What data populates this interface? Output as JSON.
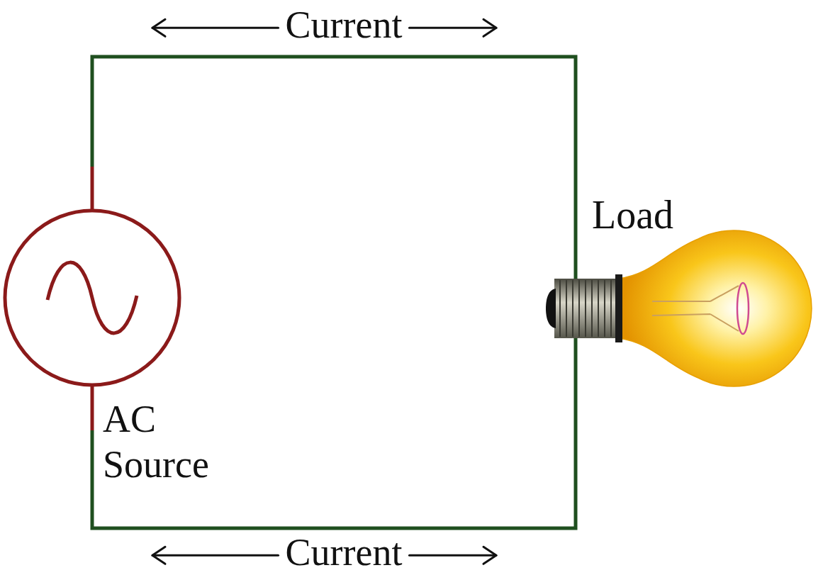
{
  "diagram": {
    "nodes": [
      {
        "text": [
          "AC Source"
        ]
      },
      {
        "text": [
          "Load"
        ]
      }
    ],
    "edges": [
      {
        "from": 0,
        "to": 1,
        "arrow": "none"
      },
      {
        "from": 0,
        "to": 1,
        "arrow": "none"
      }
    ],
    "labels": [
      "Current",
      "Current"
    ]
  }
}
